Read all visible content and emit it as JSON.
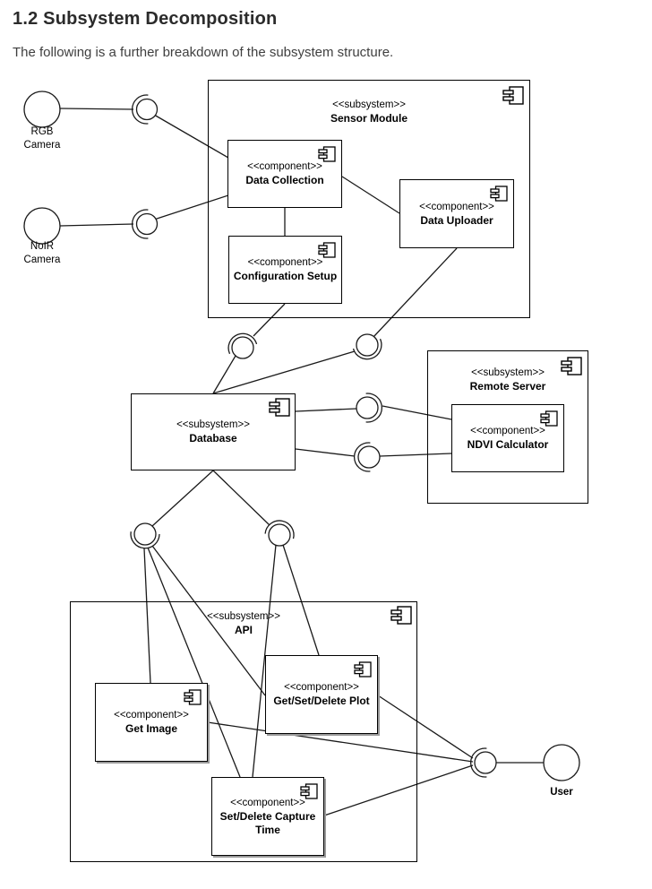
{
  "page": {
    "title": "1.2 Subsystem Decomposition",
    "intro": "The following is a further breakdown of the subsystem structure."
  },
  "diagram": {
    "stereotypes": {
      "subsystem": "<<subsystem>>",
      "component": "<<component>>"
    },
    "nodes": {
      "sensor_module": {
        "stereotype": "<<subsystem>>",
        "name": "Sensor Module"
      },
      "data_collection": {
        "stereotype": "<<component>>",
        "name": "Data Collection"
      },
      "configuration_setup": {
        "stereotype": "<<component>>",
        "name": "Configuration Setup"
      },
      "data_uploader": {
        "stereotype": "<<component>>",
        "name": "Data Uploader"
      },
      "database": {
        "stereotype": "<<subsystem>>",
        "name": "Database"
      },
      "remote_server": {
        "stereotype": "<<subsystem>>",
        "name": "Remote Server"
      },
      "ndvi_calculator": {
        "stereotype": "<<component>>",
        "name": "NDVI Calculator"
      },
      "api": {
        "stereotype": "<<subsystem>>",
        "name": "API"
      },
      "get_image": {
        "stereotype": "<<component>>",
        "name": "Get Image"
      },
      "get_set_delete_plot": {
        "stereotype": "<<component>>",
        "name": "Get/Set/Delete Plot"
      },
      "set_delete_capture_time": {
        "stereotype": "<<component>>",
        "name": "Set/Delete Capture Time"
      }
    },
    "actors": {
      "rgb_camera": {
        "line1": "RGB",
        "line2": "Camera"
      },
      "noir_camera": {
        "line1": "NoIR",
        "line2": "Camera"
      },
      "user": {
        "line1": "User"
      }
    },
    "colors": {
      "line": "#1a1a1a",
      "box_border": "#000000",
      "shadow": "#9a9a9a",
      "background": "#ffffff"
    }
  }
}
